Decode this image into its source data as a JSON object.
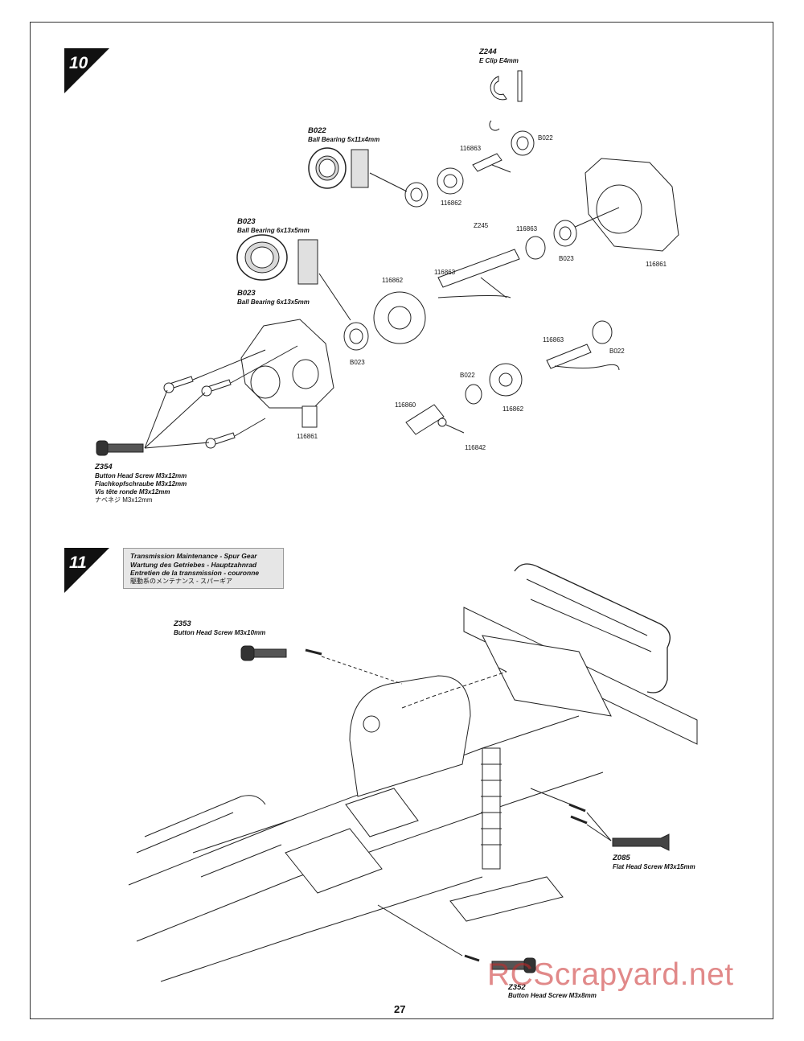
{
  "page_number": "27",
  "watermark": "RCScrapyard.net",
  "step10": {
    "number": "10",
    "z244_code": "Z244",
    "z244_desc": "E Clip E4mm",
    "b022_code": "B022",
    "b022_desc": "Ball Bearing 5x11x4mm",
    "b023a_code": "B023",
    "b023a_desc": "Ball Bearing 6x13x5mm",
    "b023b_code": "B023",
    "b023b_desc": "Ball Bearing 6x13x5mm",
    "z354_code": "Z354",
    "z354_en": "Button Head Screw M3x12mm",
    "z354_de": "Flachkopfschraube M3x12mm",
    "z354_fr": "Vis tête ronde M3x12mm",
    "z354_jp": "ナベネジ M3x12mm",
    "callouts": {
      "c116863_top": "116863",
      "b022_top": "B022",
      "c116862_top": "116862",
      "z245": "Z245",
      "c116863_mid": "116863",
      "c116863_shaft": "116863",
      "b023_right": "B023",
      "c116861_right": "116861",
      "c116862_mid": "116862",
      "b023_left": "B023",
      "c116861_left": "116861",
      "c116863_low": "116863",
      "b022_right": "B022",
      "b022_low": "B022",
      "c116860": "116860",
      "c116862_low": "116862",
      "c116842": "116842"
    }
  },
  "step11": {
    "number": "11",
    "note_lines": [
      "Transmission Maintenance - Spur Gear",
      "Wartung des Getriebes - Hauptzahnrad",
      "Entretien de la transmission - couronne",
      "駆動系のメンテナンス - スパーギア"
    ],
    "z353_code": "Z353",
    "z353_desc": "Button Head Screw M3x10mm",
    "z085_code": "Z085",
    "z085_desc": "Flat Head Screw M3x15mm",
    "z352_code": "Z352",
    "z352_desc": "Button Head Screw M3x8mm"
  }
}
